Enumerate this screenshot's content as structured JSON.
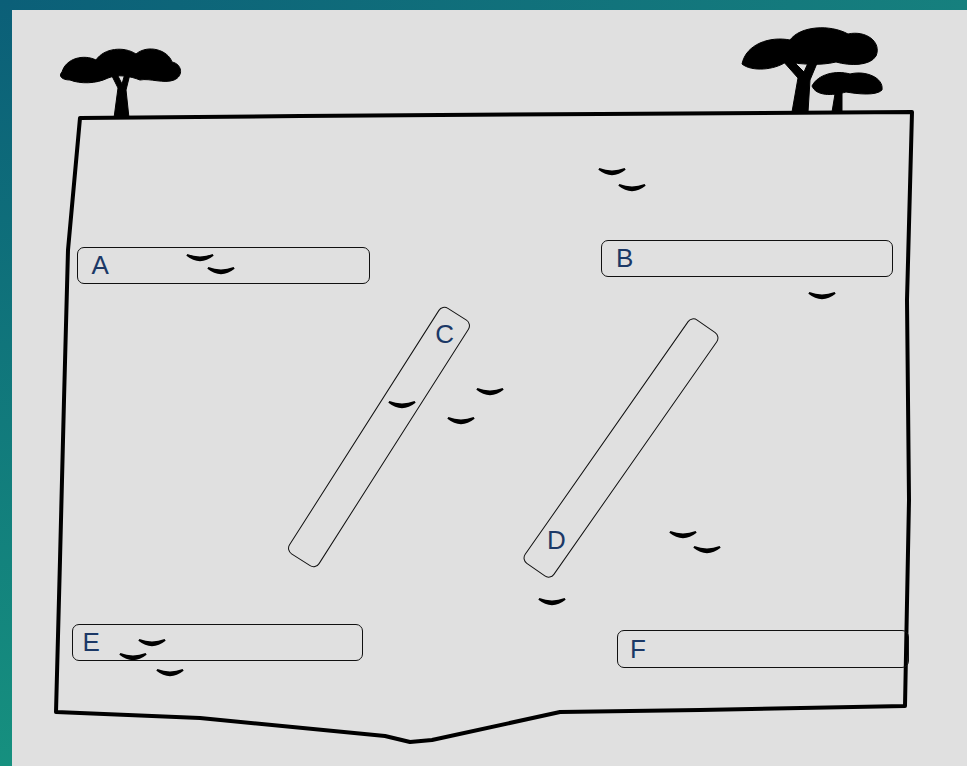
{
  "diagram": {
    "nodes": [
      {
        "text": [
          "A"
        ]
      },
      {
        "text": [
          "B"
        ]
      },
      {
        "text": [
          "C"
        ]
      },
      {
        "text": [
          "D"
        ]
      },
      {
        "text": [
          "E"
        ]
      },
      {
        "text": [
          "F"
        ]
      }
    ]
  }
}
